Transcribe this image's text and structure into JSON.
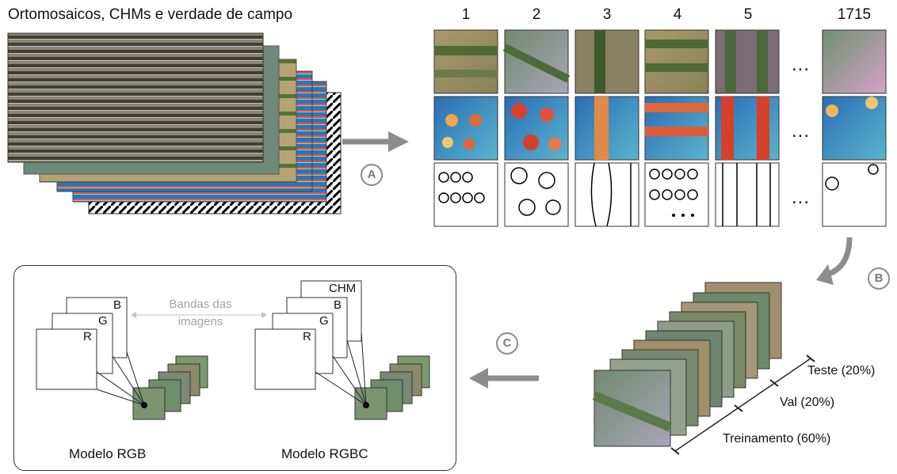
{
  "header": {
    "title": "Ortomosaicos, CHMs e verdade de campo"
  },
  "tiles": {
    "columns": [
      "1",
      "2",
      "3",
      "4",
      "5",
      "1715"
    ],
    "ellipsis": "..."
  },
  "steps": {
    "a": "A",
    "b": "B",
    "c": "C"
  },
  "models": {
    "rgb": {
      "name": "Modelo RGB",
      "bands": [
        "R",
        "G",
        "B"
      ]
    },
    "rgbc": {
      "name": "Modelo RGBC",
      "bands": [
        "R",
        "G",
        "B",
        "CHM"
      ]
    },
    "bands_label_line1": "Bandas das",
    "bands_label_line2": "imagens"
  },
  "splits": {
    "test": "Teste (20%)",
    "val": "Val (20%)",
    "train": "Treinamento (60%)"
  },
  "colors": {
    "arrow": "#8c8c8c",
    "chm_low": "#2e6fb8",
    "chm_mid": "#7ed0c8",
    "chm_high": "#d6402a",
    "field": "#a79566",
    "canopy": "#4a6a33"
  },
  "icons": [
    "arrow-right-icon",
    "curved-arrow-down-icon",
    "arrow-left-icon",
    "flow-arrow-icon"
  ]
}
